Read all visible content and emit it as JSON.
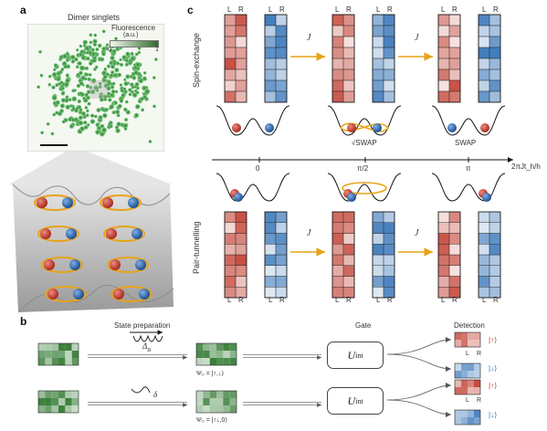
{
  "panel_a": {
    "label": "a",
    "title": "Dimer singlets",
    "colorbar": {
      "label": "Fluorescence",
      "unit": "(a.u.)",
      "min": "0",
      "max": "1",
      "colors": [
        "#f2f7ec",
        "#2f6b2a"
      ]
    }
  },
  "panel_b": {
    "label": "b",
    "state_preparation": "State preparation",
    "gate": "Gate",
    "detection": "Detection",
    "rows": [
      {
        "param": "Δ",
        "param_sub": "B",
        "psi": "Ψ₀ = |↑,↓⟩",
        "gate_main": "U",
        "gate_sub": "int",
        "lr": [
          "L",
          "R"
        ],
        "kets": [
          "|↑⟩",
          "|↓⟩"
        ]
      },
      {
        "param": "δ",
        "param_sub": "",
        "psi": "Ψ₀ = |↑↓,0⟩",
        "gate_main": "U",
        "gate_sub": "int",
        "lr": [
          "L",
          "R"
        ],
        "kets": [
          "|↑⟩",
          "|↓⟩"
        ]
      }
    ]
  },
  "panel_c": {
    "label": "c",
    "row_labels": [
      "Spin-exchange",
      "Pair-tunnelling"
    ],
    "arrow_label": "J",
    "lr": [
      "L",
      "R"
    ],
    "axis": {
      "ticks": [
        "0",
        "π/2",
        "π"
      ],
      "label": "2πJt_h/h"
    },
    "gate_names": [
      "√SWAP",
      "SWAP"
    ]
  },
  "colors": {
    "red": "#c0392b",
    "blue": "#2e6fb5",
    "gold": "#e8a317",
    "green": "#3a8a3a"
  }
}
